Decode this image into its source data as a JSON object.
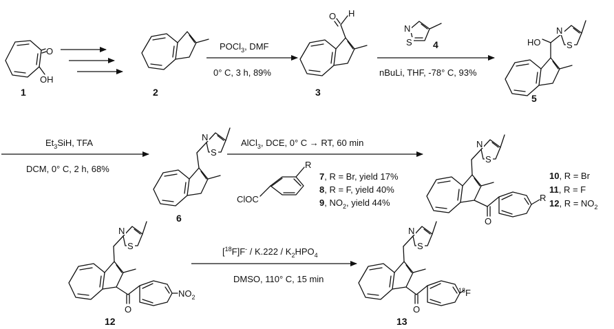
{
  "compounds": {
    "c1": {
      "number": "1",
      "atom_o": "O",
      "atom_oh": "OH"
    },
    "c2": {
      "number": "2"
    },
    "c3": {
      "number": "3",
      "atom_o": "O",
      "atom_h": "H"
    },
    "c4": {
      "number": "4",
      "atom_n": "N",
      "atom_s": "S"
    },
    "c5": {
      "number": "5",
      "atom_ho": "HO",
      "atom_n": "N",
      "atom_s": "S"
    },
    "c6": {
      "number": "6",
      "atom_n": "N",
      "atom_s": "S"
    },
    "c10": {
      "atom_n": "N",
      "atom_s": "S",
      "atom_o": "O",
      "atom_r": "R"
    },
    "c12": {
      "number": "12",
      "atom_n": "N",
      "atom_s": "S",
      "atom_o": "O",
      "atom_no2": "NO",
      "atom_no2_sub": "2"
    },
    "c13": {
      "number": "13",
      "atom_n": "N",
      "atom_s": "S",
      "atom_o": "O",
      "atom_f_iso": "18",
      "atom_f": "F"
    },
    "acyl": {
      "text": "ClOC",
      "atom_r": "R"
    }
  },
  "step1": {
    "reagent": "POCl",
    "reagent_sub": "3",
    "reagent2": ", DMF",
    "conditions": "0° C, 3 h, 89%"
  },
  "step2": {
    "conditions": "nBuLi, THF, -78° C, 93%"
  },
  "step3": {
    "reagent_a": "Et",
    "reagent_a_sub": "3",
    "reagent_b": "SiH, TFA",
    "conditions": "DCM, 0° C, 2 h, 68%"
  },
  "step4": {
    "reagent_a": "AlCl",
    "reagent_a_sub": "3",
    "reagent_b": ", DCE, 0° C → RT, 60 min"
  },
  "step5": {
    "reagent_pre": "[",
    "reagent_iso": "18",
    "reagent_mid": "F]F",
    "reagent_charge": "-",
    "reagent_post": " / K.222 / K",
    "reagent_sub": "2",
    "reagent_end": "HPO",
    "reagent_sub2": "4",
    "conditions": "DMSO, 110° C, 15 min"
  },
  "variants": [
    {
      "num": "7",
      "text": ", R = Br, yield 17%"
    },
    {
      "num": "8",
      "text": ", R = F, yield 40%"
    },
    {
      "num": "9",
      "text": ", NO",
      "sub": "2",
      "text2": ", yield 44%"
    }
  ],
  "products": [
    {
      "num": "10",
      "text": ", R = Br"
    },
    {
      "num": "11",
      "text": ", R = F"
    },
    {
      "num": "12",
      "text": ", R = NO",
      "sub": "2"
    }
  ]
}
